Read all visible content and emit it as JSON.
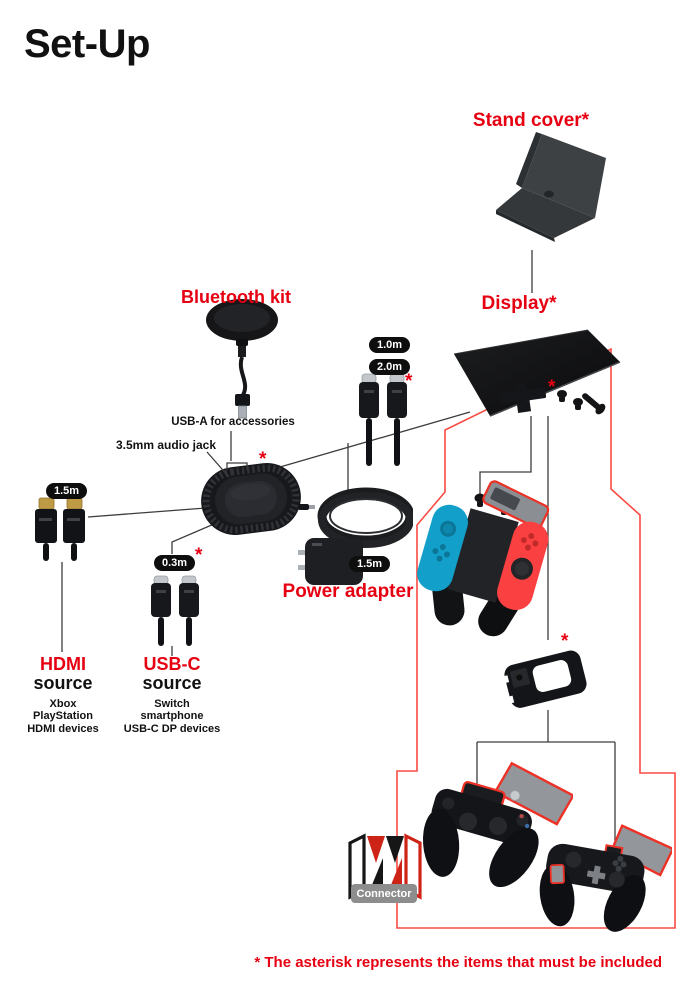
{
  "title": "Set-Up",
  "labels": {
    "stand_cover": "Stand cover*",
    "display": "Display*",
    "bluetooth_kit": "Bluetooth kit",
    "usb_a_note": "USB-A for accessories",
    "audio_jack_note": "3.5mm audio jack",
    "power_adapter": "Power adapter",
    "connector_badge": "Connector",
    "required_mark": "*"
  },
  "cable_badges": {
    "usbc_1m": "1.0m",
    "usbc_2m": "2.0m",
    "hdmi_1_5m": "1.5m",
    "usbc_0_3m": "0.3m",
    "power_1_5m": "1.5m"
  },
  "sources": {
    "hdmi": {
      "name": "HDMI",
      "type": "source",
      "devices": [
        "Xbox",
        "PlayStation",
        "HDMI devices"
      ]
    },
    "usbc": {
      "name": "USB-C",
      "type": "source",
      "devices": [
        "Switch",
        "smartphone",
        "USB-C DP devices"
      ]
    }
  },
  "footnote": "* The asterisk represents the items that must be included",
  "colors": {
    "accent_red": "#e60012",
    "outline_red": "#f84b42",
    "connector_line": "#3d3d3d",
    "badge_bg": "#0e0e0e",
    "badge_text": "#ffffff",
    "joycon_blue": "#129fc9",
    "joycon_red": "#fa4040"
  }
}
